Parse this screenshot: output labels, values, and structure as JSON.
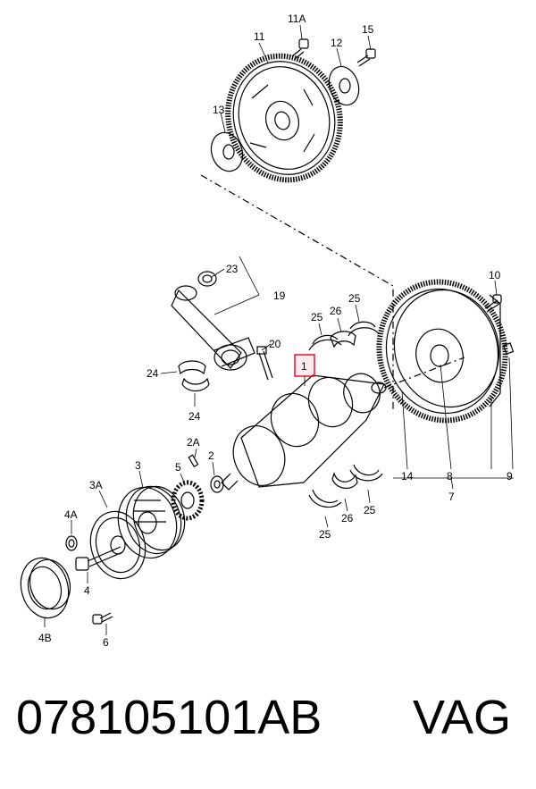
{
  "callouts": {
    "c11": "11",
    "c11a": "11A",
    "c12": "12",
    "c15": "15",
    "c13": "13",
    "c23": "23",
    "c19": "19",
    "c20": "20",
    "c1": "1",
    "c25a": "25",
    "c26a": "26",
    "c25b": "25",
    "c10": "10",
    "c24a": "24",
    "c24b": "24",
    "c14": "14",
    "c8": "8",
    "c9": "9",
    "c7": "7",
    "c2a": "2A",
    "c2": "2",
    "c5": "5",
    "c3": "3",
    "c3a": "3A",
    "c4a": "4A",
    "c4": "4",
    "c4b": "4B",
    "c6": "6",
    "c25c": "25",
    "c26b": "26",
    "c25d": "25"
  },
  "highlight_color": "#e8102e",
  "part_number": "078105101AB",
  "brand": "VAG"
}
